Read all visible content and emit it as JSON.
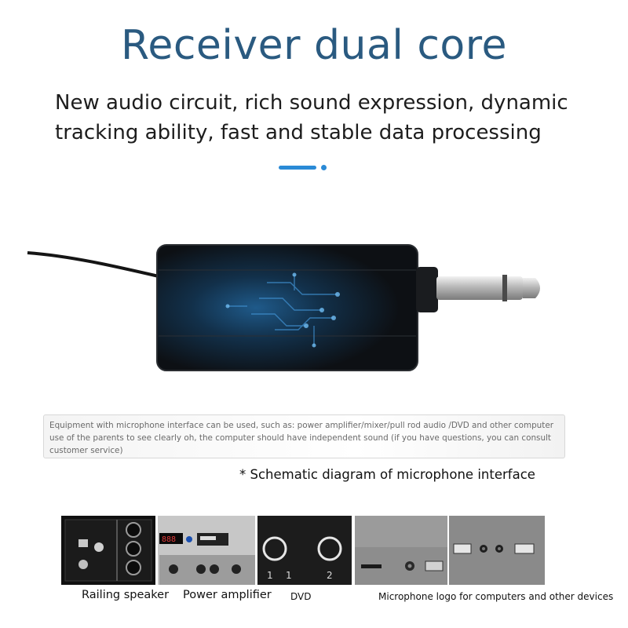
{
  "header": {
    "title": "Receiver dual core",
    "subtitle": "New audio circuit, rich sound expression, dynamic tracking ability, fast and stable data processing"
  },
  "product": {
    "image": "audio-receiver-with-jack-plug"
  },
  "note": {
    "text": "Equipment with microphone interface can be used, such as: power amplifier/mixer/pull rod audio /DVD and other computer use of the parents to see clearly oh, the computer should have independent sound (if you have questions, you can consult customer service)"
  },
  "caption": "* Schematic diagram of microphone interface",
  "devices": [
    {
      "label": "Railing speaker"
    },
    {
      "label": "Power amplifier"
    },
    {
      "label": "DVD",
      "panel_digits": [
        "1",
        "1",
        "2"
      ]
    },
    {
      "label": "Microphone logo for computers and other devices"
    }
  ],
  "colors": {
    "title": "#2a5a80",
    "accent": "#2a8ad6",
    "device_body": "#15171a"
  }
}
